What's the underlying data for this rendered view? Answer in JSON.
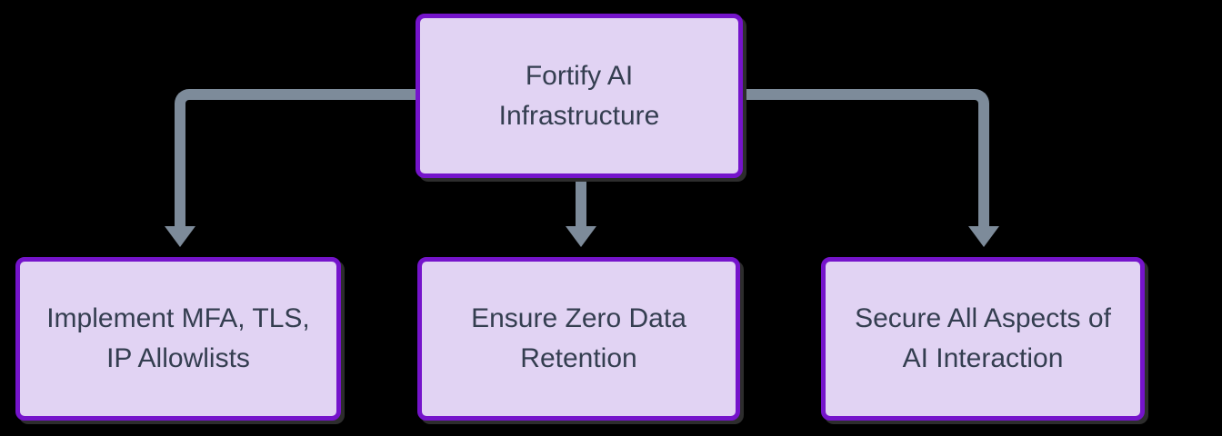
{
  "diagram": {
    "type": "flowchart",
    "direction": "top-down",
    "colors": {
      "background": "#000000",
      "node-fill": "#e1d3f3",
      "node-border": "#7514cb",
      "node-text": "#343e50",
      "edge": "#7d8b9a",
      "shadow": "#2d2d2d"
    },
    "nodes": [
      {
        "id": "root",
        "label": "Fortify AI Infrastructure",
        "lines": [
          "Fortify AI",
          "Infrastructure"
        ]
      },
      {
        "id": "left",
        "label": "Implement MFA, TLS, IP Allowlists",
        "lines": [
          "Implement MFA, TLS,",
          "IP Allowlists"
        ]
      },
      {
        "id": "middle",
        "label": "Ensure Zero Data Retention",
        "lines": [
          "Ensure Zero Data",
          "Retention"
        ]
      },
      {
        "id": "right",
        "label": "Secure All Aspects of AI Interaction",
        "lines": [
          "Secure All Aspects of",
          "AI Interaction"
        ]
      }
    ],
    "edges": [
      {
        "from": "Fortify AI Infrastructure",
        "to": "Implement MFA, TLS, IP Allowlists",
        "arrow": "down"
      },
      {
        "from": "Fortify AI Infrastructure",
        "to": "Ensure Zero Data Retention",
        "arrow": "down"
      },
      {
        "from": "Fortify AI Infrastructure",
        "to": "Secure All Aspects of AI Interaction",
        "arrow": "down"
      }
    ]
  }
}
